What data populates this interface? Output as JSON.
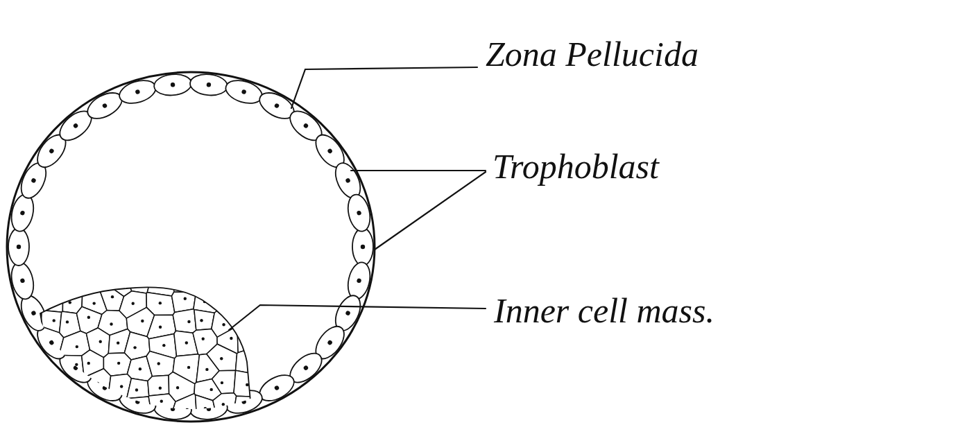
{
  "diagram": {
    "labels": [
      "Zona Pellucida",
      "Trophoblast",
      "Inner cell mass."
    ]
  }
}
